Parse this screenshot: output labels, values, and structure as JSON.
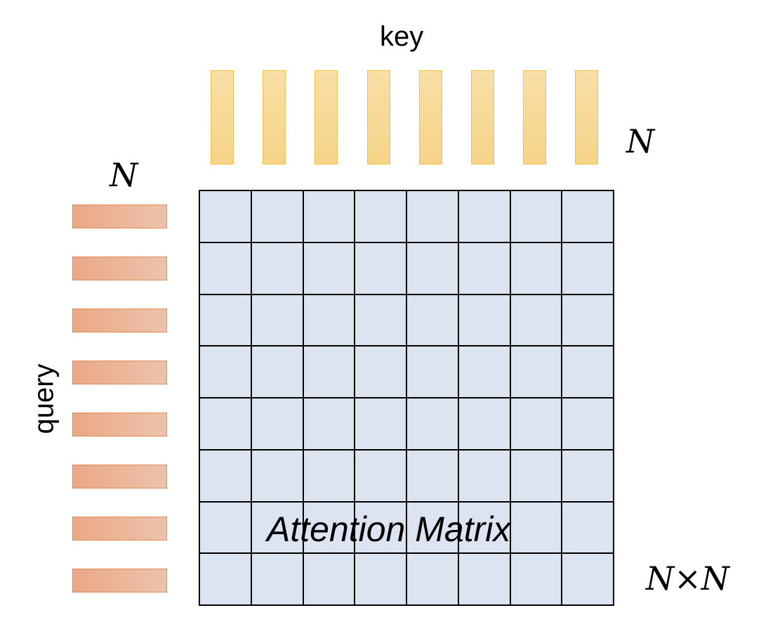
{
  "labels": {
    "key": "key",
    "query": "query",
    "n_key": "N",
    "n_query": "N",
    "matrix_size": "N×N",
    "matrix": "Attention Matrix"
  },
  "key_count": 8,
  "query_count": 8,
  "grid_size": 8,
  "colors": {
    "key_fill": "#f7d997",
    "key_border": "#f4c043",
    "query_fill": "#ebb596",
    "query_border": "#e0894f",
    "matrix_fill": "#dce3f1",
    "grid_line": "#000000"
  }
}
